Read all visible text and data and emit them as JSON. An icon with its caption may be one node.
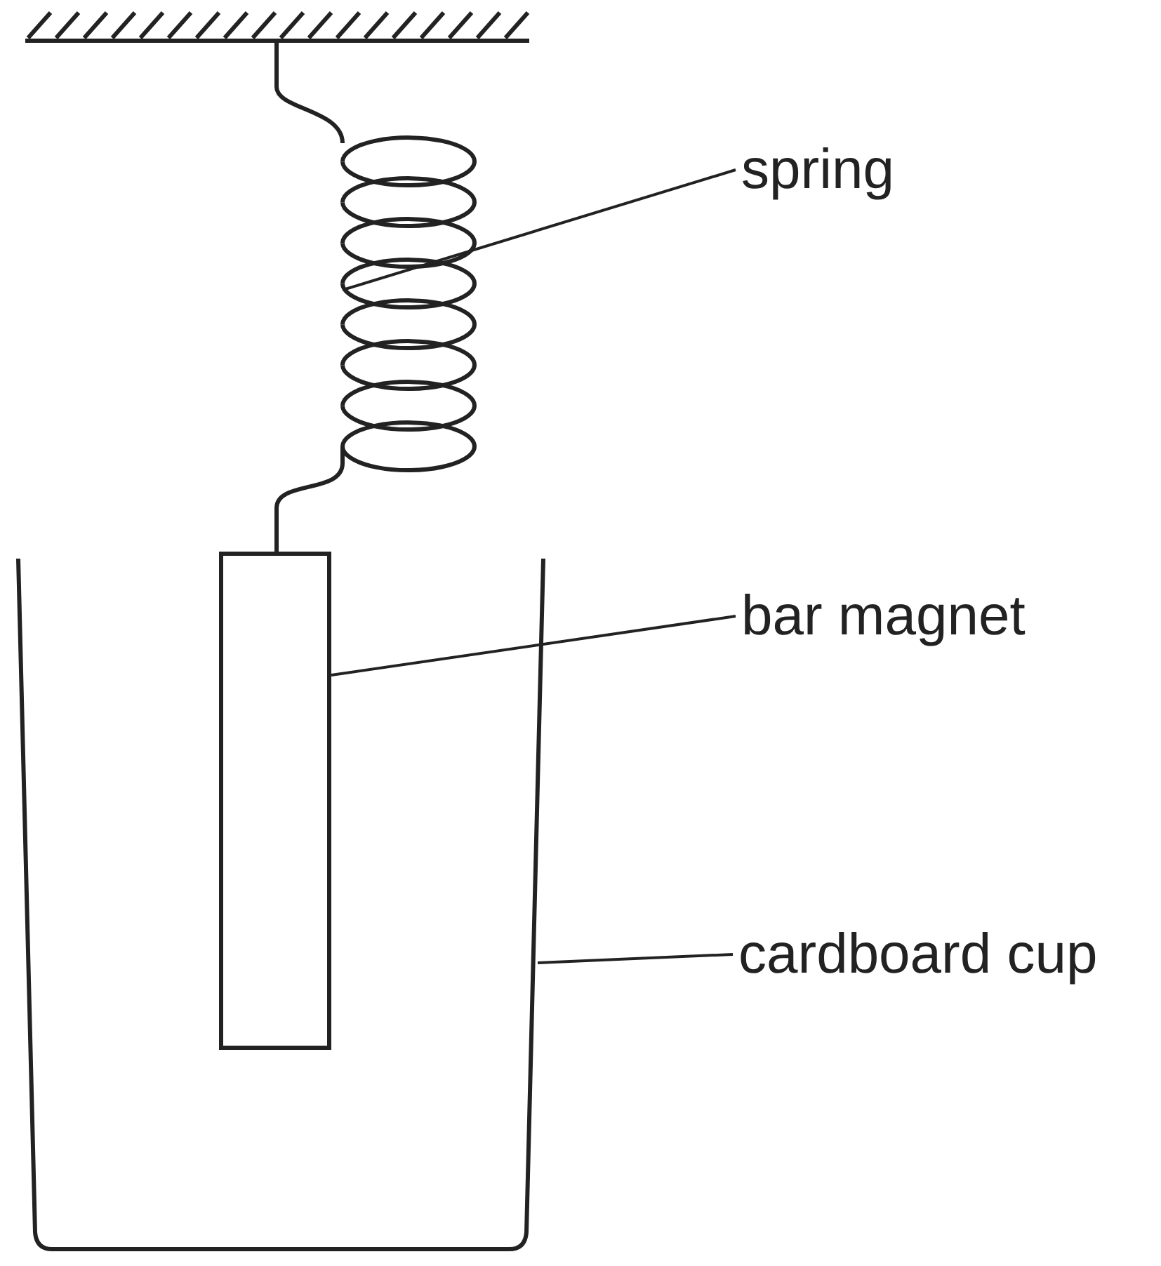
{
  "diagram": {
    "nodes": [
      {
        "text": [
          "spring"
        ]
      },
      {
        "text": [],
        "shape": "coil"
      },
      {
        "text": [
          "bar magnet"
        ]
      },
      {
        "text": [],
        "shape": "bar",
        "in": 5
      },
      {
        "text": [
          "cardboard cup"
        ]
      },
      {
        "text": [],
        "shape": "cup"
      }
    ],
    "edges": [
      {
        "from": 0,
        "to": 1,
        "arrow": "none"
      },
      {
        "from": 2,
        "to": 3,
        "arrow": "none"
      },
      {
        "from": 4,
        "to": 5,
        "arrow": "none"
      }
    ]
  }
}
